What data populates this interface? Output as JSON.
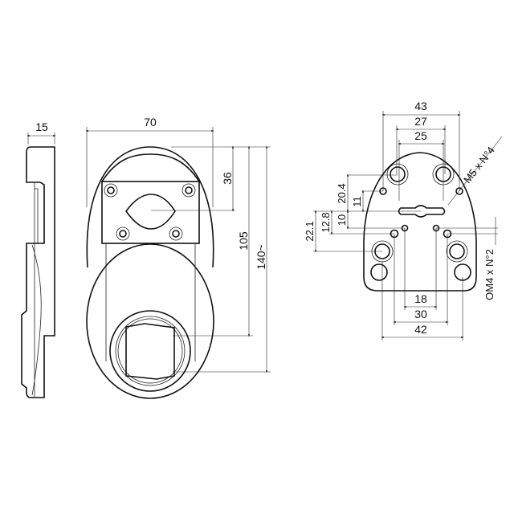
{
  "side_view": {
    "width_label": "15"
  },
  "front_view": {
    "width_label": "70",
    "dim_36": "36",
    "dim_105": "105",
    "dim_140": "140~"
  },
  "plate_view": {
    "dim_43": "43",
    "dim_27": "27",
    "dim_25": "25",
    "dim_20_4": "20.4",
    "dim_11": "11",
    "dim_10": "10",
    "dim_12_8": "12.8",
    "dim_22_1": "22.1",
    "dim_18": "18",
    "dim_30": "30",
    "dim_42": "42",
    "callout_m5": "M5 x N°4",
    "callout_om4": "OM4 x N°2"
  }
}
